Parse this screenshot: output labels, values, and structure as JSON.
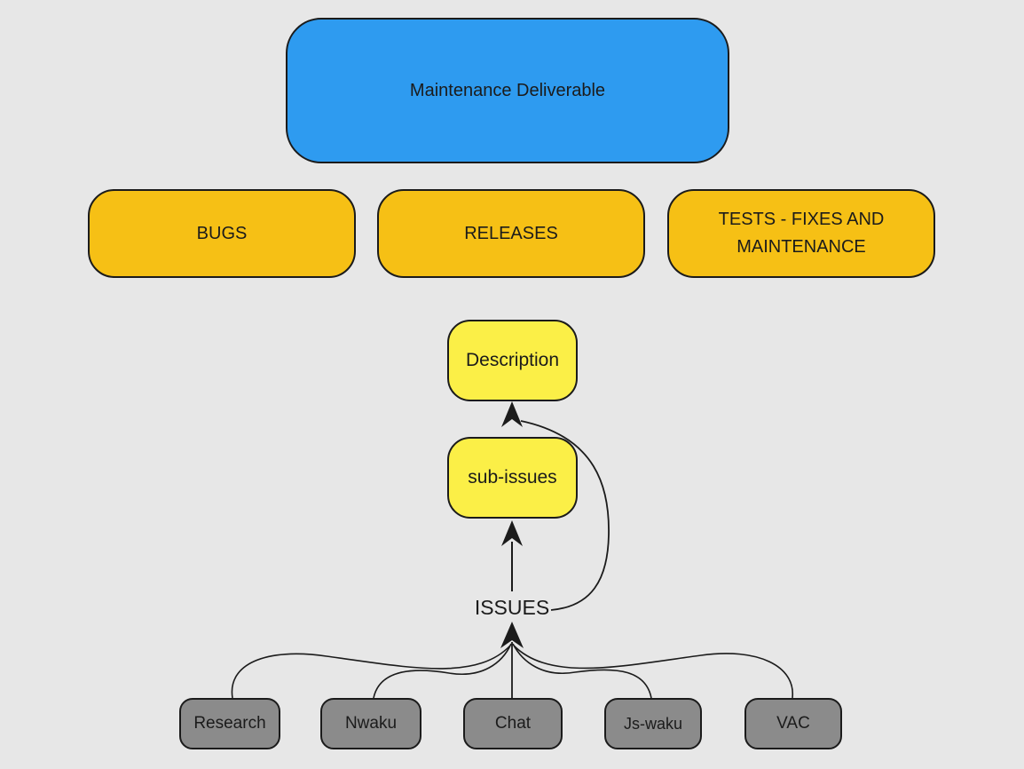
{
  "diagram": {
    "title_node": {
      "label": "Maintenance Deliverable",
      "fill": "#2e9bf0"
    },
    "categories": [
      {
        "label": "BUGS",
        "fill": "#f6c015"
      },
      {
        "label": "RELEASES",
        "fill": "#f6c015"
      },
      {
        "label": "TESTS - FIXES AND MAINTENANCE",
        "fill": "#f6c015"
      }
    ],
    "flow_nodes": {
      "description": {
        "label": "Description",
        "fill": "#fbef47"
      },
      "sub_issues": {
        "label": "sub-issues",
        "fill": "#fbef47"
      },
      "issues": {
        "label": "ISSUES"
      }
    },
    "sources": [
      {
        "label": "Research",
        "fill": "#8b8b8b"
      },
      {
        "label": "Nwaku",
        "fill": "#8b8b8b"
      },
      {
        "label": "Chat",
        "fill": "#8b8b8b"
      },
      {
        "label": "Js-waku",
        "fill": "#8b8b8b"
      },
      {
        "label": "VAC",
        "fill": "#8b8b8b"
      }
    ],
    "edges": [
      {
        "from": "ISSUES",
        "to": "sub-issues",
        "type": "straight-arrow"
      },
      {
        "from": "ISSUES",
        "to": "Description",
        "type": "curved-arrow"
      },
      {
        "from": "Research",
        "to": "ISSUES",
        "type": "curve"
      },
      {
        "from": "Nwaku",
        "to": "ISSUES",
        "type": "curve"
      },
      {
        "from": "Chat",
        "to": "ISSUES",
        "type": "straight"
      },
      {
        "from": "Js-waku",
        "to": "ISSUES",
        "type": "curve"
      },
      {
        "from": "VAC",
        "to": "ISSUES",
        "type": "curve"
      }
    ],
    "colors": {
      "background": "#e7e7e7",
      "ink": "#1b1b1b",
      "blue": "#2e9bf0",
      "orange": "#f6c015",
      "yellow": "#fbef47",
      "gray": "#8b8b8b"
    }
  }
}
